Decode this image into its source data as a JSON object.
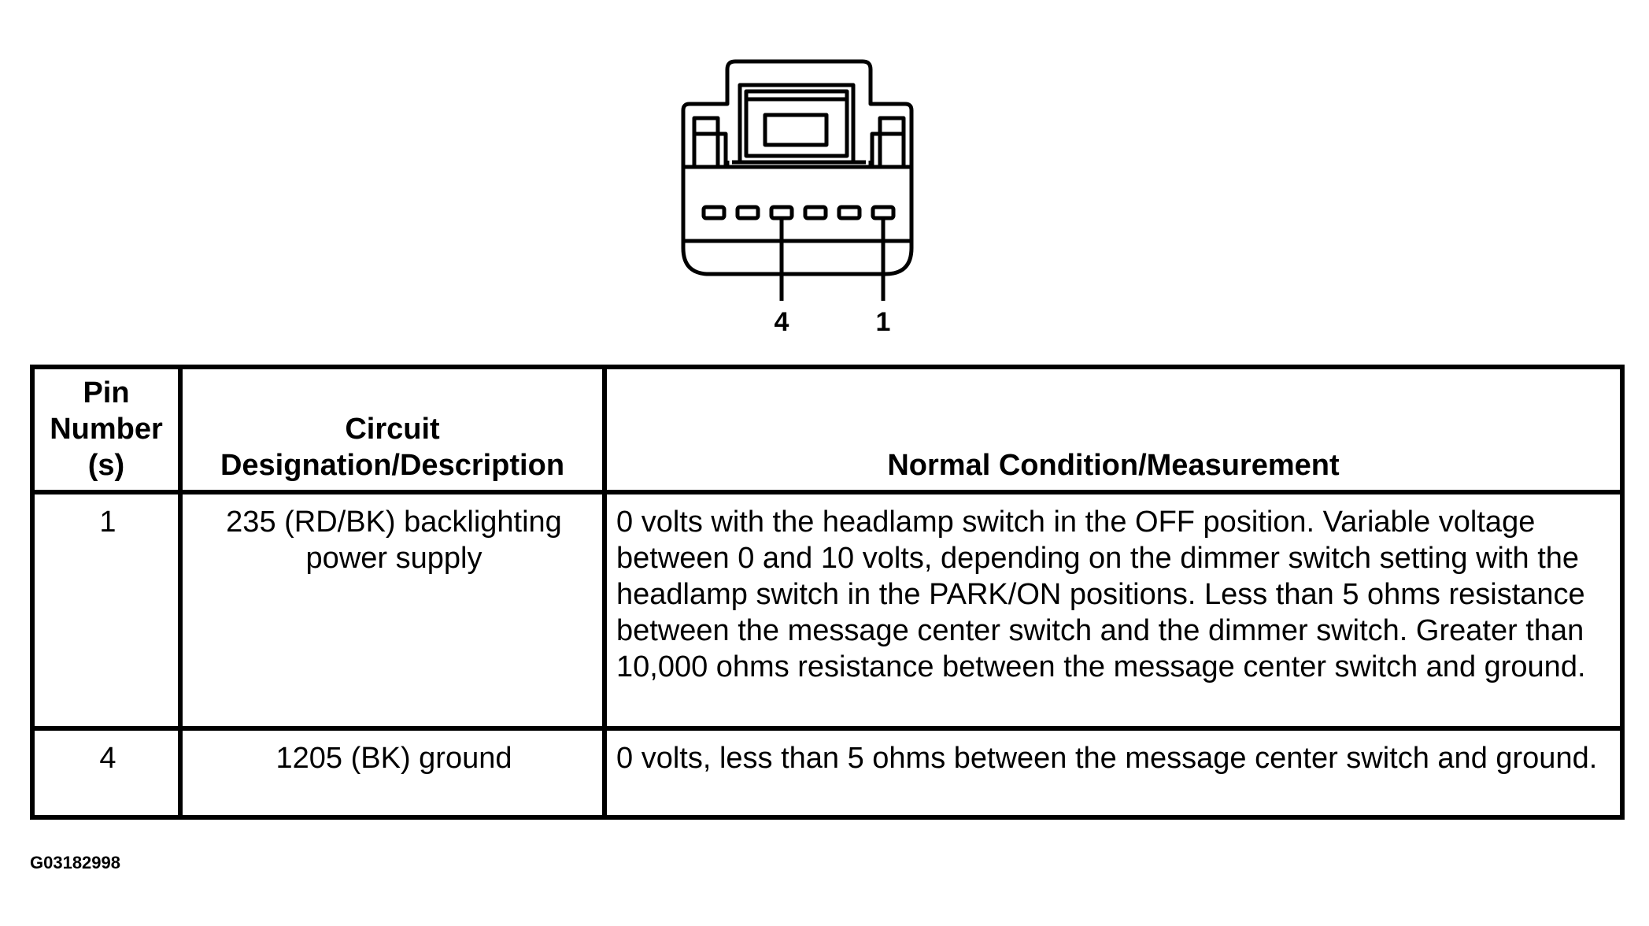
{
  "connector": {
    "pin_labels": [
      "4",
      "1"
    ]
  },
  "table": {
    "headers": {
      "pin": [
        "Pin",
        "Number",
        "(s)"
      ],
      "circuit": [
        "Circuit",
        "Designation/Description"
      ],
      "condition": "Normal Condition/Measurement"
    },
    "rows": [
      {
        "pin": "1",
        "circuit": [
          "235 (RD/BK) backlighting",
          "power supply"
        ],
        "condition": "0 volts with the headlamp switch in the OFF position. Variable voltage between 0 and 10 volts, depending on the dimmer switch setting with the headlamp switch in the PARK/ON positions. Less than 5 ohms resistance between the message center switch and the dimmer switch. Greater than 10,000 ohms resistance between the message center switch and ground."
      },
      {
        "pin": "4",
        "circuit": [
          "1205 (BK) ground"
        ],
        "condition": "0 volts, less than 5 ohms between the message center switch and ground."
      }
    ]
  },
  "figure_id": "G03182998"
}
